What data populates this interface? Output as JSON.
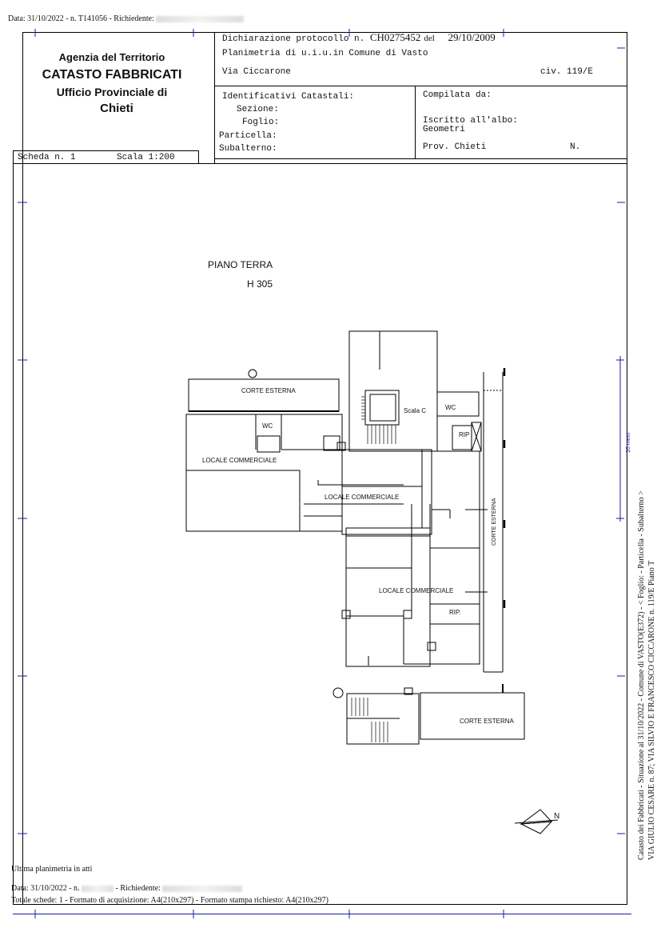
{
  "top_line": "Data: 31/10/2022 - n. T141056 - Richiedente:",
  "agency": {
    "line1": "Agenzia del Territorio",
    "line2": "CATASTO FABBRICATI",
    "line3": "Ufficio Provinciale di",
    "line4": "Chieti"
  },
  "header": {
    "dichiarazione_label": "Dichiarazione protocollo n.",
    "protocol_number": "CH0275452",
    "del_label": "del",
    "date": "29/10/2009",
    "planimetria": "Planimetria di u.i.u.in Comune di Vasto",
    "via": "Via Ciccarone",
    "civ": "civ. 119/E"
  },
  "identificativi": {
    "title": "Identificativi Catastali:",
    "sezione": "Sezione:",
    "foglio": "Foglio:",
    "particella": "Particella:",
    "subalterno": "Subalterno:"
  },
  "compilata": {
    "title": "Compilata da:",
    "iscritto": "Iscritto all'albo:",
    "albo": "Geometri",
    "prov": "Prov. Chieti",
    "n_label": "N."
  },
  "scheda": {
    "scheda": "Scheda n. 1",
    "scala": "Scala 1:200"
  },
  "plan": {
    "floor": "PIANO TERRA",
    "height": "H 305",
    "labels": {
      "corte_esterna_top": "CORTE ESTERNA",
      "wc_left": "WC",
      "scala_c": "Scala C",
      "wc_right": "WC",
      "rip_top": "RIP",
      "locale_1": "LOCALE COMMERCIALE",
      "locale_2": "LOCALE COMMERCIALE",
      "corte_esterna_side": "CORTE ESTERNA",
      "locale_3": "LOCALE COMMERCIALE",
      "rip_mid": "RIP.",
      "corte_esterna_bottom": "CORTE ESTERNA",
      "north": "N"
    }
  },
  "side_text": {
    "line1": "Catasto dei Fabbricati - Situazione al 31/10/2022 - Comune di VASTO(E372) - < Foglio:   - Particella   - Subalterno >",
    "line2": "VIA GIULIO CESARE n. 87; VIA SILVIO E FRANCESCO CICCARONE n. 119/E Piano T",
    "scale_mark": "10 metri"
  },
  "footer": {
    "ultima": "Ultima planimetria in atti",
    "data": "Data: 31/10/2022 - n.",
    "richiedente": "- Richiedente:",
    "totale": "Totale schede: 1 - Formato di acquisizione: A4(210x297) - Formato stampa richiesto: A4(210x297)"
  }
}
